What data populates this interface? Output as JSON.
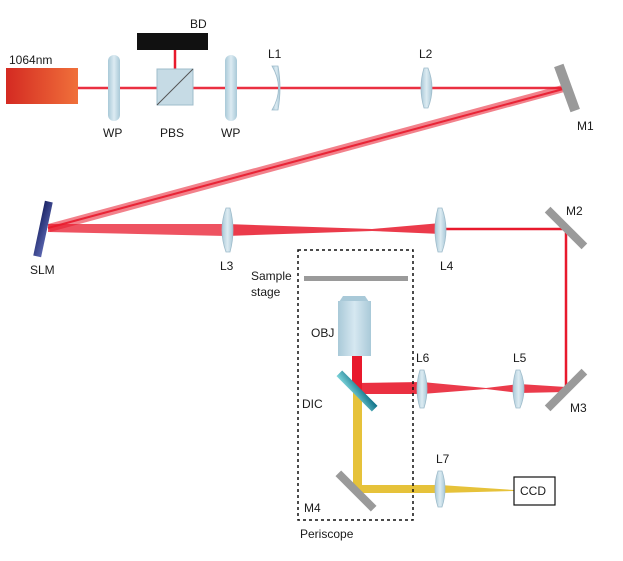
{
  "components": {
    "laser": "1064nm",
    "beam_dump": "BD",
    "waveplate_1": "WP",
    "pbs": "PBS",
    "waveplate_2": "WP",
    "l1": "L1",
    "l2": "L2",
    "m1": "M1",
    "slm": "SLM",
    "l3": "L3",
    "l4": "L4",
    "m2": "M2",
    "sample_stage": [
      "Sample",
      "stage"
    ],
    "objective": "OBJ",
    "l6": "L6",
    "l5": "L5",
    "m3": "M3",
    "dichroic": "DIC",
    "l7": "L7",
    "ccd": "CCD",
    "m4": "M4",
    "periscope": "Periscope"
  },
  "colors": {
    "laser_beam": "#e8192c",
    "imaging_beam": "#e6c23a",
    "laser_source": "#e63a2a",
    "lens": "#bcd7e3",
    "mirror": "#9a9a9a",
    "slm": "#1f2a6b",
    "dichroic": "#3cb8c4",
    "beam_dump": "#111111"
  }
}
